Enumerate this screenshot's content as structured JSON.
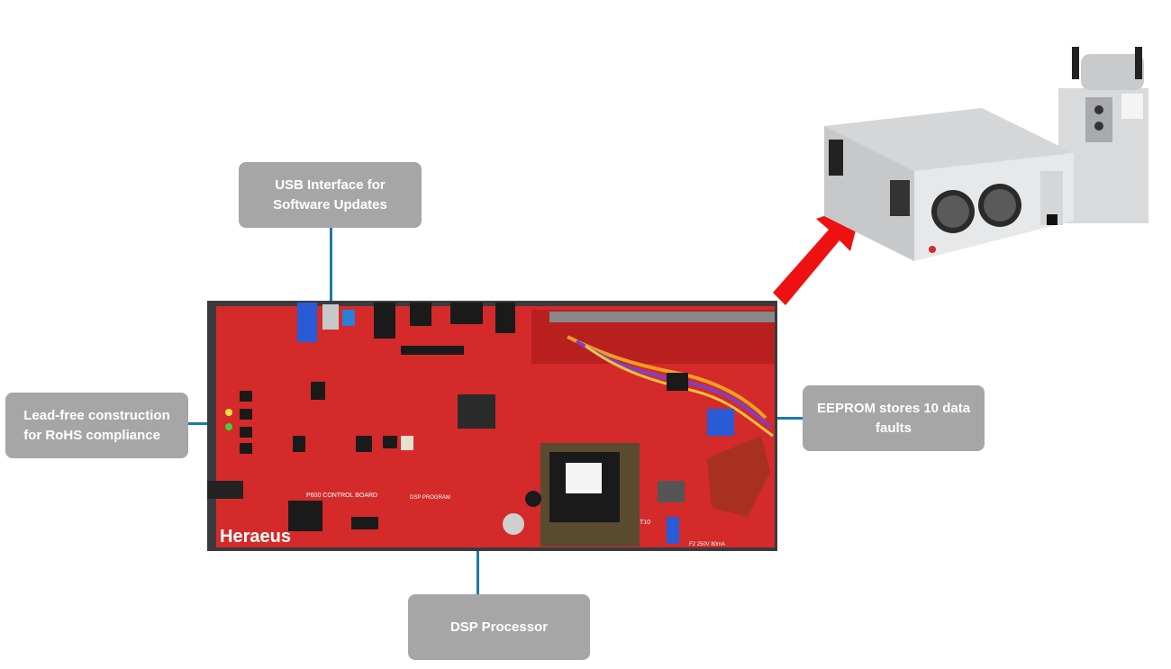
{
  "callouts": {
    "usb": {
      "line1": "USB Interface for",
      "line2": "Software Updates"
    },
    "leadfree": {
      "line1": "Lead-free construction",
      "line2": "for RoHS compliance"
    },
    "eeprom": {
      "line1": "EEPROM stores 10 data",
      "line2": "faults"
    },
    "dsp": {
      "line1": "DSP Processor"
    }
  },
  "board": {
    "silkscreen_title": "P600 CONTROL BOARD",
    "brand": "Heraeus",
    "dsp_label": "DSP PROGRAM",
    "fuse_label": "F2 250V 80mA",
    "ref_label": "T10"
  },
  "colors": {
    "callout_bg": "#a6a6a6",
    "connector_line": "#1a7ba8",
    "board_red": "#d42a2a",
    "arrow_red": "#ee1111"
  }
}
